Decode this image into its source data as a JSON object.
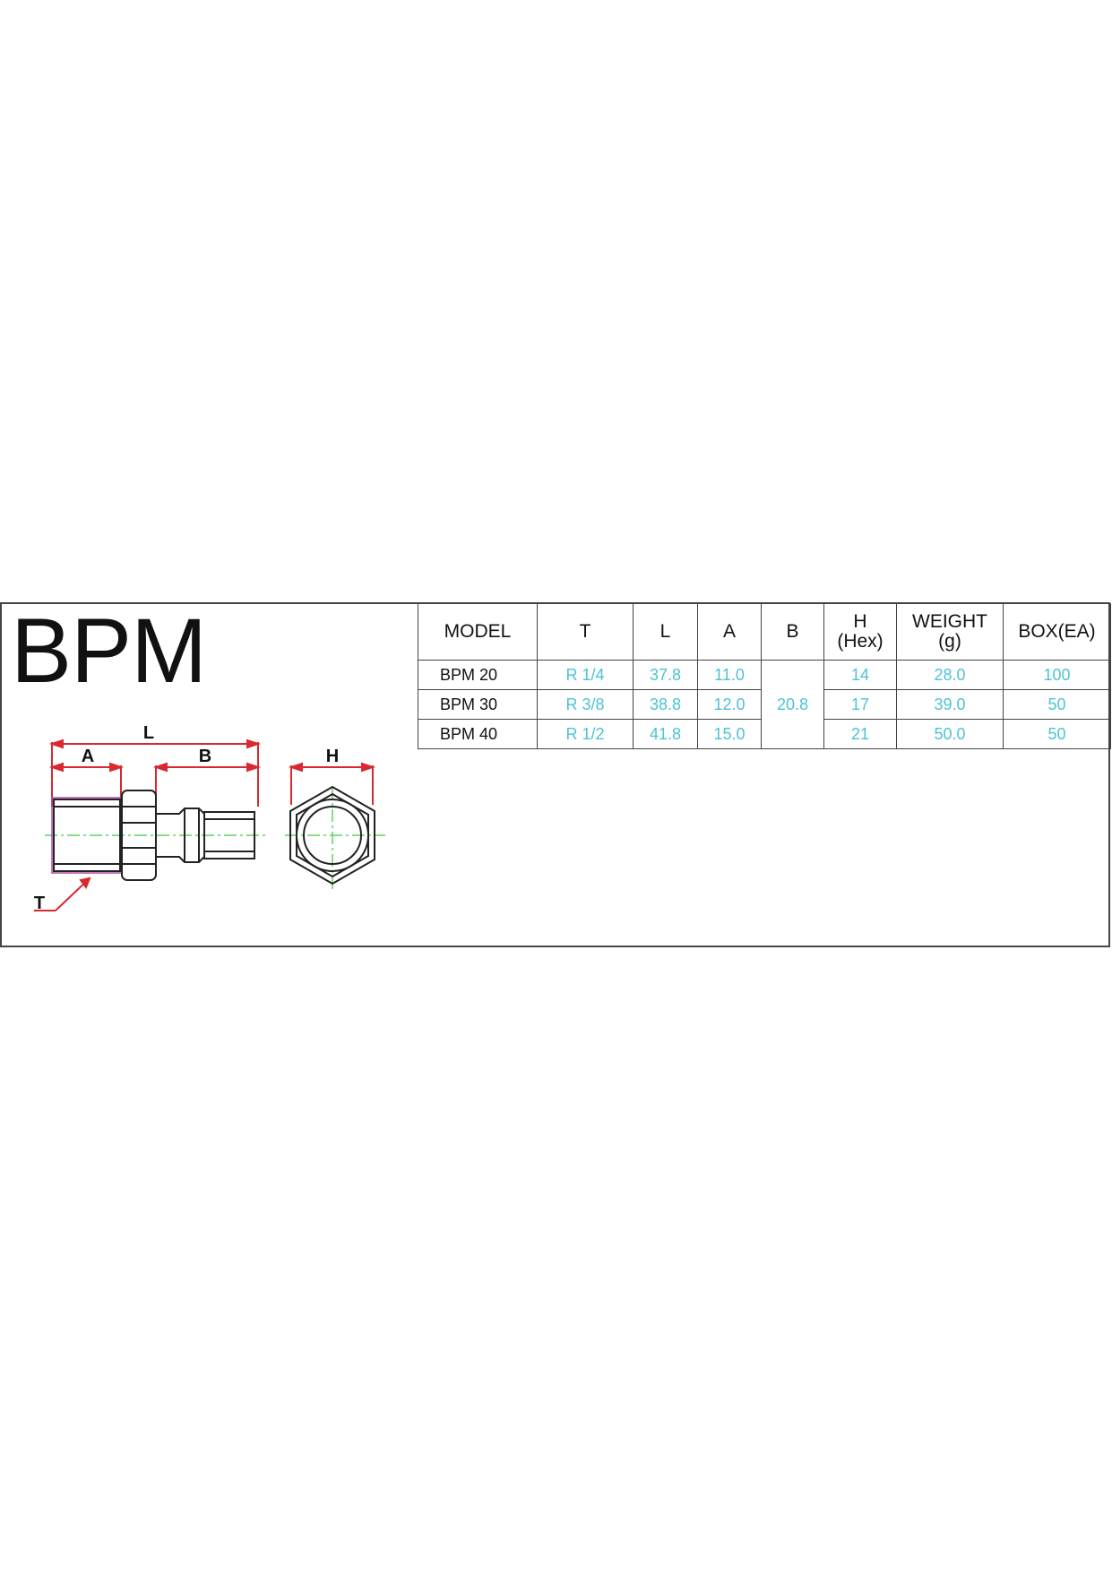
{
  "title": "BPM",
  "colors": {
    "value_text": "#4cc3d4",
    "dimension_line": "#d9282f",
    "center_line": "#5fd35f",
    "outline": "#222222"
  },
  "table": {
    "headers": [
      "MODEL",
      "T",
      "L",
      "A",
      "B",
      "H",
      "(Hex)",
      "WEIGHT",
      "(g)",
      "BOX(EA)"
    ],
    "rows": [
      {
        "model": "BPM 20",
        "t": "R 1/4",
        "l": "37.8",
        "a": "11.0",
        "h": "14",
        "weight": "28.0",
        "box": "100"
      },
      {
        "model": "BPM 30",
        "t": "R 3/8",
        "l": "38.8",
        "a": "12.0",
        "h": "17",
        "weight": "39.0",
        "box": "50"
      },
      {
        "model": "BPM 40",
        "t": "R 1/2",
        "l": "41.8",
        "a": "15.0",
        "h": "21",
        "weight": "50.0",
        "box": "50"
      }
    ],
    "b_shared": "20.8"
  },
  "drawing": {
    "label_l": "L",
    "label_a": "A",
    "label_b": "B",
    "label_h": "H",
    "label_t": "T"
  }
}
